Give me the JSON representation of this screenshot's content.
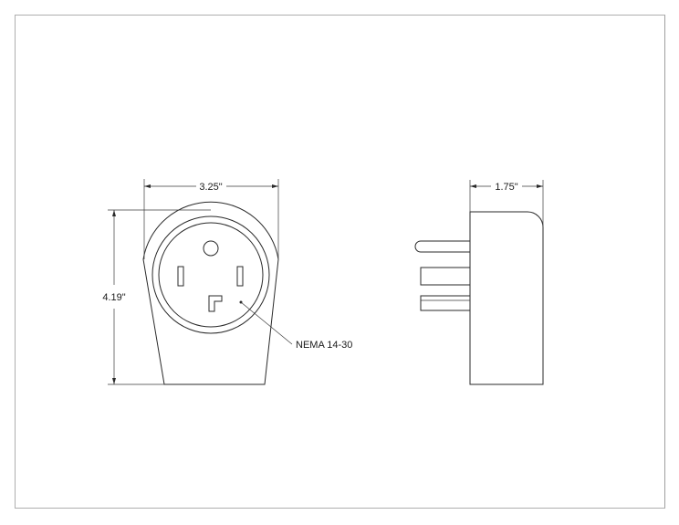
{
  "front_view": {
    "width_label": "3.25\"",
    "height_label": "4.19\"",
    "callout_label": "NEMA 14-30"
  },
  "side_view": {
    "depth_label": "1.75\""
  }
}
